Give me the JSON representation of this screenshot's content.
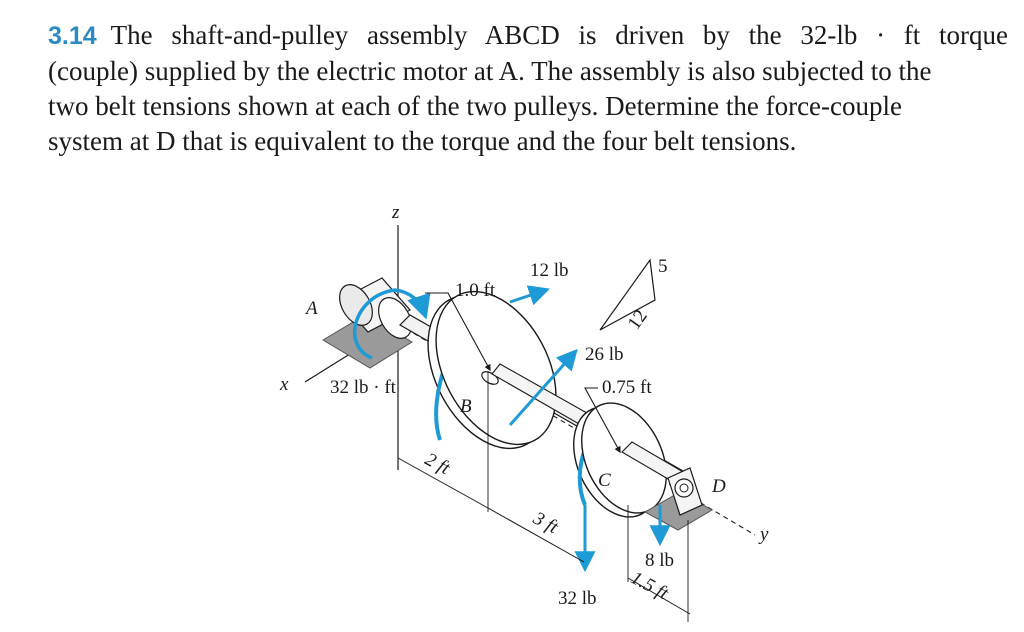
{
  "problem": {
    "number": "3.14",
    "line1": "The shaft-and-pulley assembly ABCD is driven by the 32-lb · ft torque",
    "line2": "(couple) supplied by the electric motor at A. The assembly is also subjected to the",
    "line3": "two belt tensions shown at each of the two pulleys. Determine the force-couple",
    "line4": "system at D that is equivalent to the torque and the four belt tensions."
  },
  "figure": {
    "axis_z": "z",
    "axis_x": "x",
    "axis_y": "y",
    "point_a": "A",
    "point_b": "B",
    "point_c": "C",
    "point_d": "D",
    "torque_label": "32 lb · ft",
    "radius_b": "1.0 ft",
    "radius_c": "0.75 ft",
    "tension_12": "12 lb",
    "tension_26": "26 lb",
    "tension_32": "32 lb",
    "tension_8": "8 lb",
    "slope_5": "5",
    "slope_12": "12",
    "dist_2ft": "2 ft",
    "dist_3ft": "3 ft",
    "dist_15ft": "1.5 ft",
    "colors": {
      "arrow": "#1e9ad6",
      "ink": "#1a1a1a",
      "base": "#9a9a9a"
    }
  }
}
